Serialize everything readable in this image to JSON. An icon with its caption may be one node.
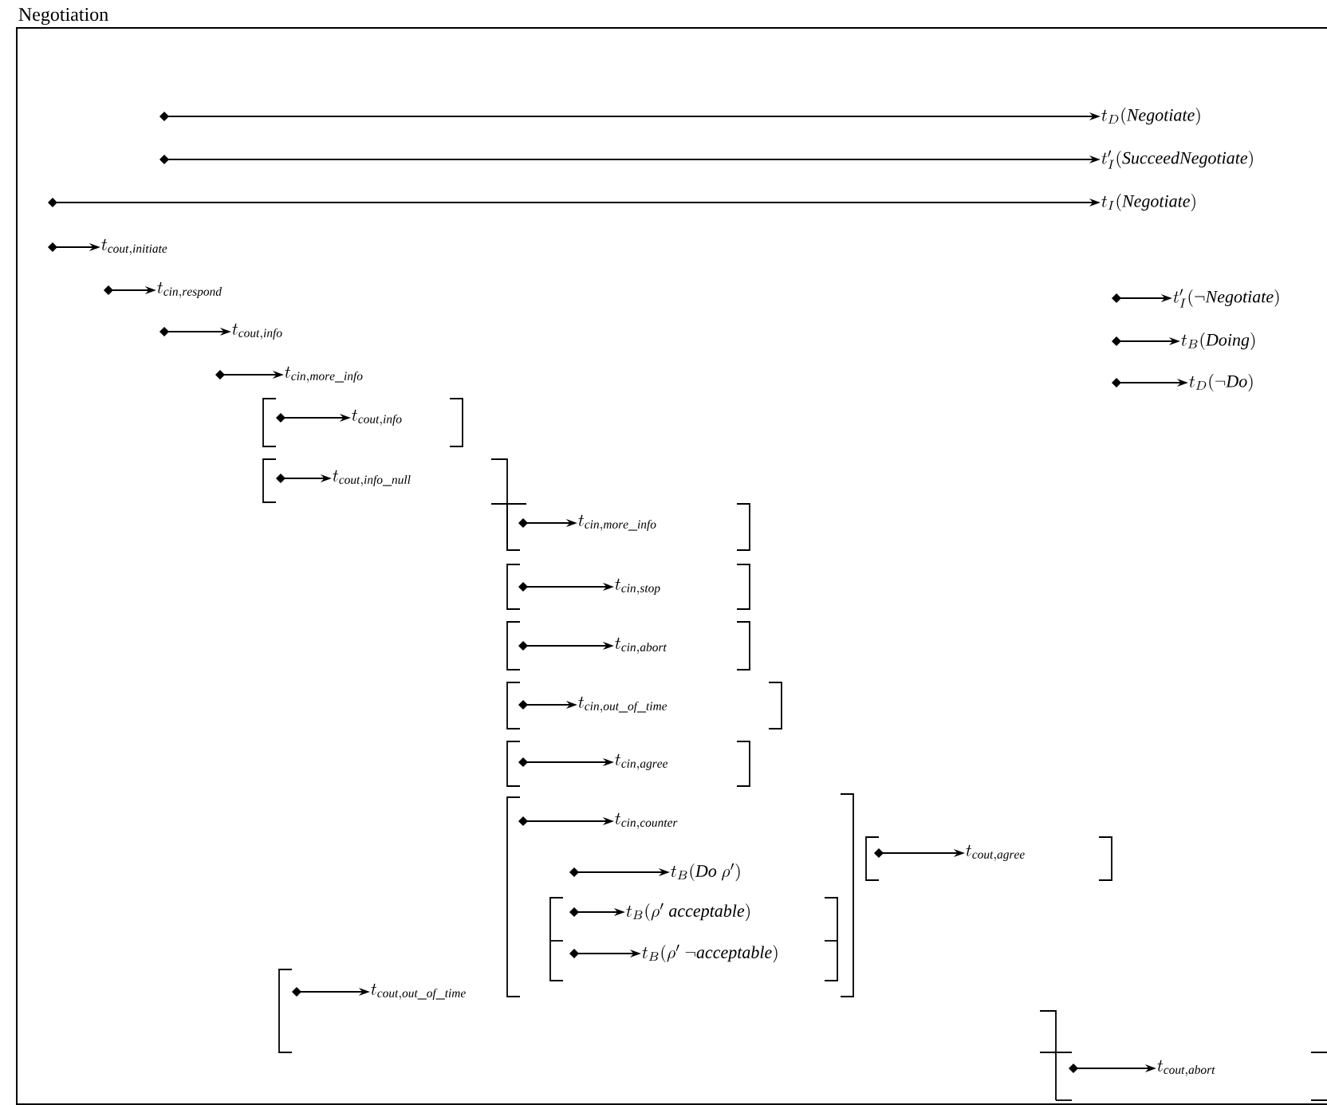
{
  "diagram": {
    "nodes": [
      {
        "text": [
          "Negotiation"
        ]
      },
      {
        "text": [
          "t_{D}(\\mathit{Negotiate})"
        ],
        "in": 0
      },
      {
        "text": [
          "t'_{I}(\\mathit{SucceedNegotiate})"
        ],
        "in": 0
      },
      {
        "text": [
          "t_{I}(\\mathit{Negotiate})"
        ],
        "in": 0
      },
      {
        "text": [
          "t_{\\mathit{cout,initiate}}"
        ],
        "in": 0
      },
      {
        "text": [
          "t_{\\mathit{cin,respond}}"
        ],
        "in": 0
      },
      {
        "text": [
          "t'_{I}(\\neg \\mathit{Negotiate})"
        ],
        "in": 0
      },
      {
        "text": [
          "t_{B}(\\mathit{Doing})"
        ],
        "in": 0
      },
      {
        "text": [
          "t_{D}(\\neg \\mathit{Do})"
        ],
        "in": 0
      },
      {
        "text": [
          "t_{\\mathit{cout,info}}"
        ],
        "in": 0
      },
      {
        "text": [
          "t_{\\mathit{cin,more\\_info}}"
        ],
        "in": 0
      },
      {
        "text": [
          "t_{\\mathit{cout,info}}"
        ],
        "in": 0
      },
      {
        "text": [
          "t_{\\mathit{cout,info\\_null}}"
        ],
        "in": 0
      },
      {
        "text": [
          "t_{\\mathit{cin,more\\_info}}"
        ],
        "in": 0
      },
      {
        "text": [
          "t_{\\mathit{cin,stop}}"
        ],
        "in": 0
      },
      {
        "text": [
          "t_{\\mathit{cin,abort}}"
        ],
        "in": 0
      },
      {
        "text": [
          "t_{\\mathit{cin,out\\_of\\_time}}"
        ],
        "in": 0
      },
      {
        "text": [
          "t_{\\mathit{cin,agree}}"
        ],
        "in": 0
      },
      {
        "text": [
          "t_{\\mathit{cin,counter}}"
        ],
        "in": 0
      },
      {
        "text": [
          "t_{B}(\\mathit{Do}\\ \\rho')"
        ],
        "in": 0
      },
      {
        "text": [
          "t_{B}(\\rho'\\ \\mathit{acceptable})"
        ],
        "in": 0
      },
      {
        "text": [
          "t_{B}(\\rho'\\ \\neg \\mathit{acceptable})"
        ],
        "in": 0
      },
      {
        "text": [
          "t_{\\mathit{cout,agree}}"
        ],
        "in": 0
      },
      {
        "text": [
          "t_{\\mathit{cout,out\\_of\\_time}}"
        ],
        "in": 0
      },
      {
        "text": [
          "t_{\\mathit{cout,abort}}"
        ],
        "in": 0
      }
    ],
    "edges": [
      {
        "from": null,
        "to": 1,
        "arrow": "to"
      },
      {
        "from": null,
        "to": 2,
        "arrow": "to"
      },
      {
        "from": null,
        "to": 3,
        "arrow": "to"
      },
      {
        "from": null,
        "to": 4,
        "arrow": "to"
      },
      {
        "from": 4,
        "to": 5,
        "arrow": "to"
      },
      {
        "from": null,
        "to": 6,
        "arrow": "to"
      },
      {
        "from": null,
        "to": 7,
        "arrow": "to"
      },
      {
        "from": null,
        "to": 8,
        "arrow": "to"
      },
      {
        "from": 5,
        "to": 9,
        "arrow": "to"
      },
      {
        "from": 9,
        "to": 10,
        "arrow": "to"
      },
      {
        "from": 10,
        "to": 11,
        "arrow": "to"
      },
      {
        "from": null,
        "to": 12,
        "arrow": "to"
      },
      {
        "from": null,
        "to": 13,
        "arrow": "to"
      },
      {
        "from": null,
        "to": 14,
        "arrow": "to"
      },
      {
        "from": null,
        "to": 15,
        "arrow": "to"
      },
      {
        "from": null,
        "to": 16,
        "arrow": "to"
      },
      {
        "from": null,
        "to": 17,
        "arrow": "to"
      },
      {
        "from": null,
        "to": 18,
        "arrow": "to"
      },
      {
        "from": null,
        "to": 19,
        "arrow": "to"
      },
      {
        "from": null,
        "to": 20,
        "arrow": "to"
      },
      {
        "from": null,
        "to": 21,
        "arrow": "to"
      },
      {
        "from": null,
        "to": 22,
        "arrow": "to"
      },
      {
        "from": null,
        "to": 23,
        "arrow": "to"
      },
      {
        "from": null,
        "to": 24,
        "arrow": "to"
      }
    ]
  }
}
